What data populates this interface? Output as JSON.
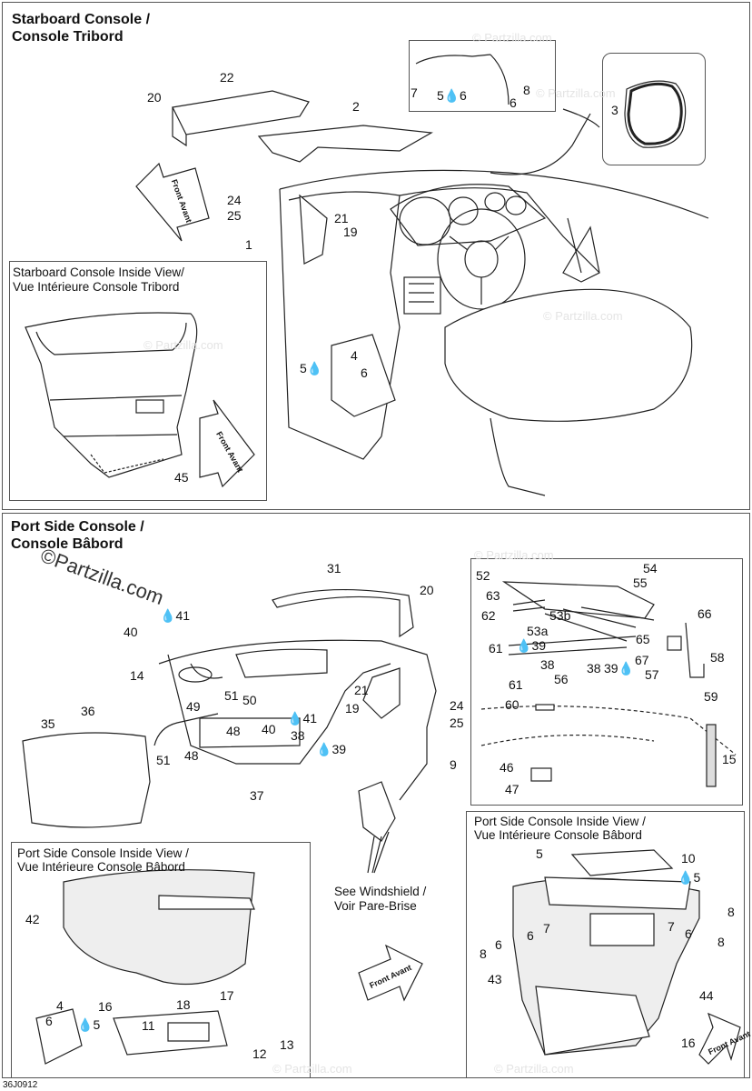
{
  "starboard": {
    "title_line1": "Starboard Console /",
    "title_line2": "Console Tribord",
    "inside_view_line1": "Starboard Console Inside View/",
    "inside_view_line2": "Vue Intérieure Console Tribord",
    "front_arrow_en": "Front",
    "front_arrow_fr": "Avant",
    "callouts": [
      "22",
      "20",
      "2",
      "24",
      "25",
      "21",
      "19",
      "1",
      "4",
      "5",
      "6",
      "7",
      "5",
      "6",
      "6",
      "8",
      "3",
      "45"
    ]
  },
  "port": {
    "title_line1": "Port Side Console /",
    "title_line2": "Console Bâbord",
    "inside_left_line1": "Port Side Console Inside View /",
    "inside_left_line2": "Vue Intérieure Console Bâbord",
    "inside_right_line1": "Port Side Console Inside View /",
    "inside_right_line2": "Vue Intérieure Console Bâbord",
    "windshield_line1": "See Windshield /",
    "windshield_line2": "Voir Pare-Brise",
    "front_arrow_en": "Front",
    "front_arrow_fr": "Avant",
    "callouts_main": [
      "31",
      "20",
      "41",
      "40",
      "14",
      "51",
      "50",
      "49",
      "40",
      "41",
      "48",
      "38",
      "39",
      "35",
      "36",
      "21",
      "19",
      "24",
      "25",
      "9",
      "51",
      "48",
      "37"
    ],
    "callouts_detail": [
      "54",
      "55",
      "52",
      "63",
      "53b",
      "62",
      "53a",
      "66",
      "65",
      "58",
      "61",
      "39",
      "38",
      "56",
      "38",
      "39",
      "67",
      "57",
      "59",
      "61",
      "60",
      "15",
      "46",
      "47"
    ],
    "callouts_inside_left": [
      "42",
      "17",
      "18",
      "16",
      "11",
      "4",
      "6",
      "5",
      "13",
      "12"
    ],
    "callouts_inside_right": [
      "5",
      "10",
      "5",
      "8",
      "6",
      "7",
      "6",
      "8",
      "6",
      "8",
      "7",
      "6",
      "8",
      "43",
      "44",
      "16"
    ]
  },
  "watermark": "© Partzilla.com",
  "logo_text": "©Partzilla.com",
  "figure_code": "36J0912"
}
